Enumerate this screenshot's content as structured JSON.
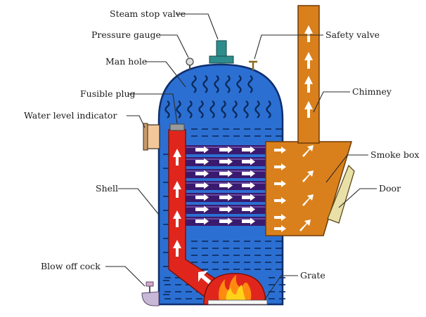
{
  "diagram": {
    "labels": {
      "steam_stop_valve": "Steam stop valve",
      "pressure_gauge": "Pressure gauge",
      "man_hole": "Man hole",
      "fusible_plug": "Fusible plug",
      "water_level_indicator": "Water level indicator",
      "shell": "Shell",
      "blow_off_cock": "Blow off cock",
      "safety_valve": "Safety valve",
      "chimney": "Chimney",
      "smoke_box": "Smoke box",
      "door": "Door",
      "grate": "Grate"
    },
    "colors": {
      "shell": "#2c6fd2",
      "shell_outline": "#0d2e6e",
      "fire_tube": "#e0261c",
      "smoke_box": "#d9801c",
      "tube_rows": "#3a1a6e",
      "door": "#e9e0a8",
      "valve": "#2f8c8c",
      "fire": "#ff8a10"
    }
  }
}
